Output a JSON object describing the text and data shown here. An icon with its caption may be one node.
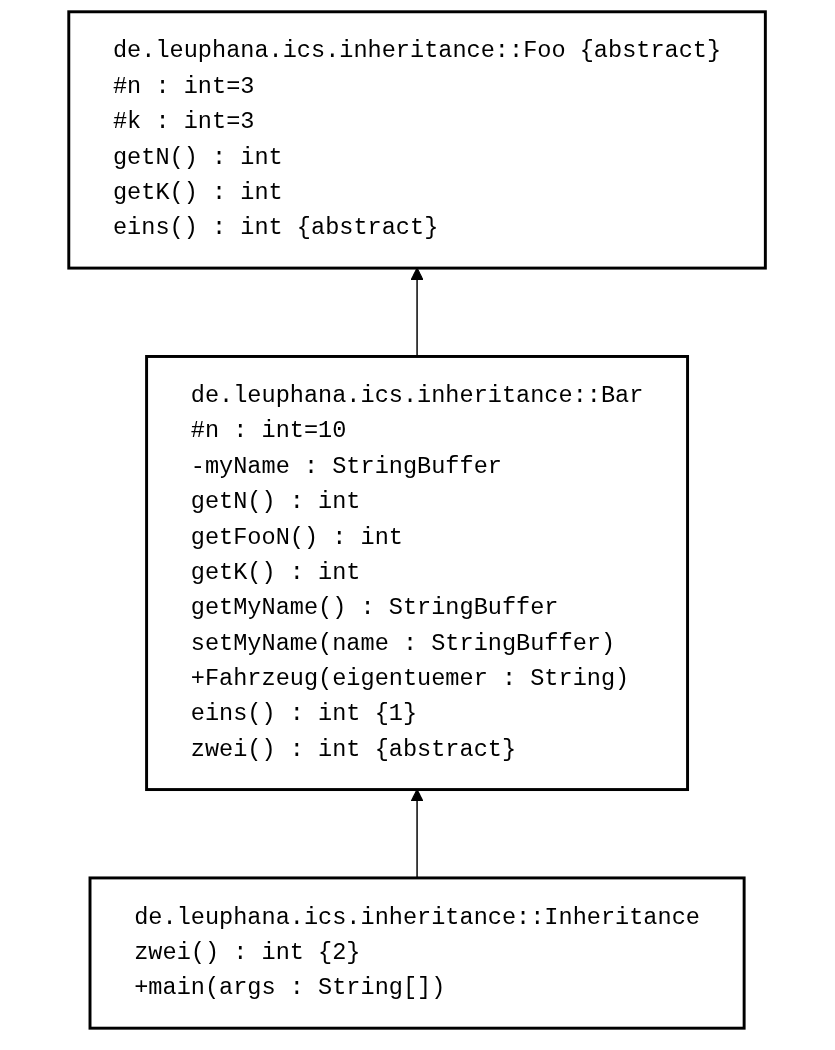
{
  "diagram": {
    "nodes": [
      {
        "text": [
          "de.leuphana.ics.inheritance::Foo {abstract}",
          "#n : int=3",
          "#k : int=3",
          "getN() : int",
          "getK() : int",
          "eins() : int {abstract}"
        ]
      },
      {
        "text": [
          "de.leuphana.ics.inheritance::Bar",
          "#n : int=10",
          "-myName : StringBuffer",
          "getN() : int",
          "getFooN() : int",
          "getK() : int",
          "getMyName() : StringBuffer",
          "setMyName(name : StringBuffer)",
          "+Fahrzeug(eigentuemer : String)",
          "eins() : int {1}",
          "zwei() : int {abstract}"
        ]
      },
      {
        "text": [
          "de.leuphana.ics.inheritance::Inheritance",
          "zwei() : int {2}",
          "+main(args : String[])"
        ]
      }
    ],
    "edges": [
      {
        "from": 1,
        "to": 0,
        "arrow": "to"
      },
      {
        "from": 2,
        "to": 1,
        "arrow": "to"
      }
    ]
  }
}
